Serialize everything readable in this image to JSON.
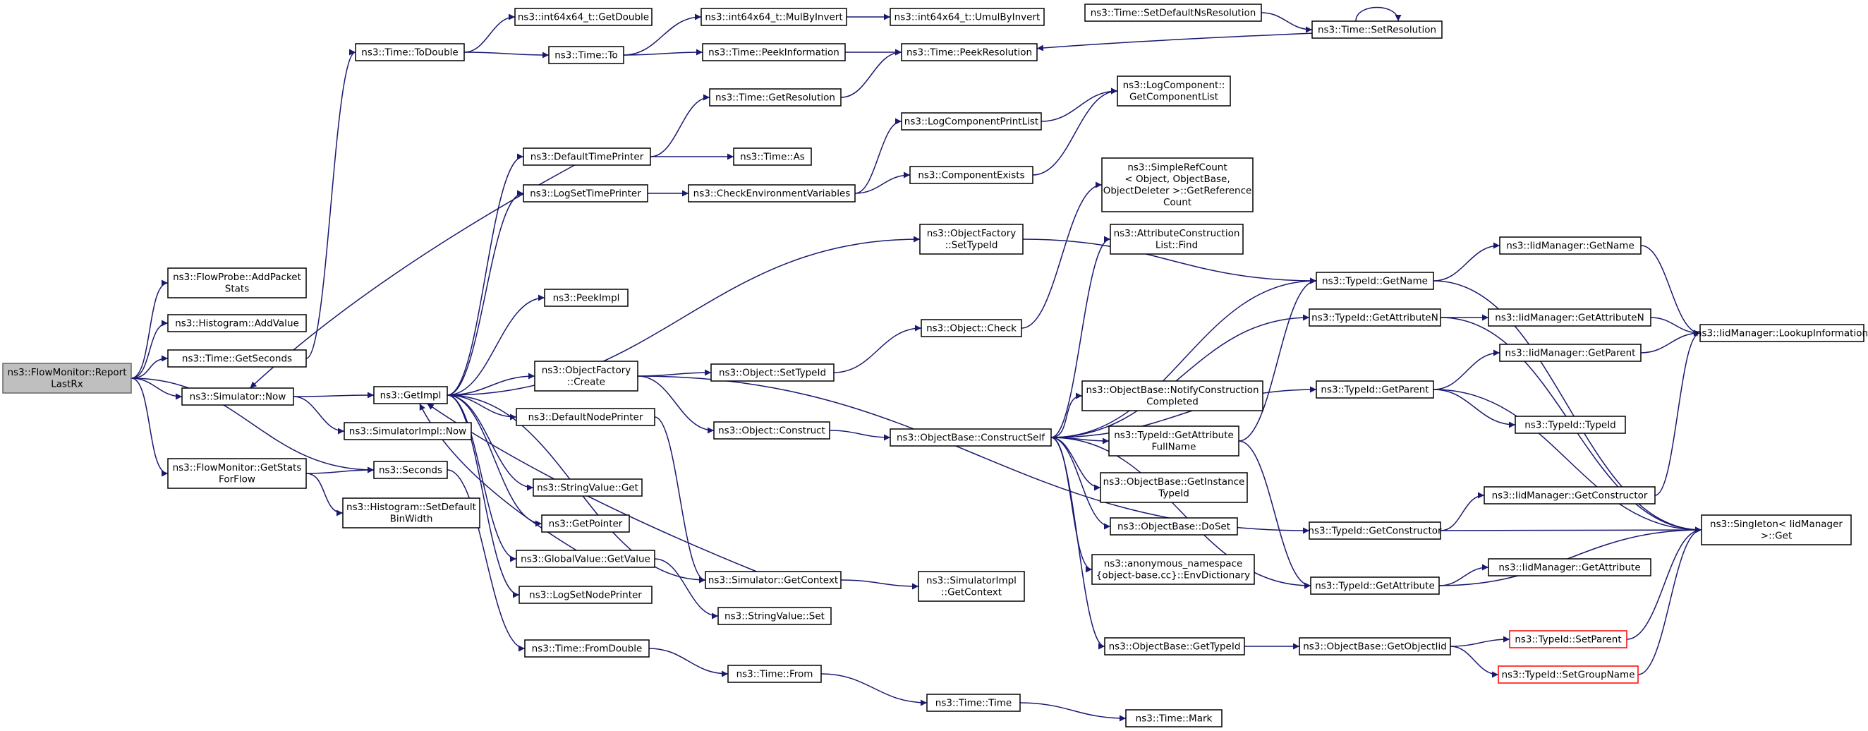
{
  "graph": {
    "nodes": [
      {
        "id": "root",
        "lines": [
          "ns3::FlowMonitor::Report",
          "LastRx"
        ],
        "style": "root"
      },
      {
        "id": "fp_add",
        "lines": [
          "ns3::FlowProbe::AddPacket",
          "Stats"
        ]
      },
      {
        "id": "hist_add",
        "lines": [
          "ns3::Histogram::AddValue"
        ]
      },
      {
        "id": "time_getsec",
        "lines": [
          "ns3::Time::GetSeconds"
        ]
      },
      {
        "id": "sim_now",
        "lines": [
          "ns3::Simulator::Now"
        ]
      },
      {
        "id": "fm_getstats",
        "lines": [
          "ns3::FlowMonitor::GetStats",
          "ForFlow"
        ]
      },
      {
        "id": "time_todouble",
        "lines": [
          "ns3::Time::ToDouble"
        ]
      },
      {
        "id": "getimpl",
        "lines": [
          "ns3::GetImpl"
        ]
      },
      {
        "id": "simimpl_now",
        "lines": [
          "ns3::SimulatorImpl::Now"
        ]
      },
      {
        "id": "seconds",
        "lines": [
          "ns3::Seconds"
        ]
      },
      {
        "id": "hist_setbin",
        "lines": [
          "ns3::Histogram::SetDefault",
          "BinWidth"
        ]
      },
      {
        "id": "int_getdouble",
        "lines": [
          "ns3::int64x64_t::GetDouble"
        ]
      },
      {
        "id": "time_to",
        "lines": [
          "ns3::Time::To"
        ]
      },
      {
        "id": "dtp",
        "lines": [
          "ns3::DefaultTimePrinter"
        ]
      },
      {
        "id": "lstp",
        "lines": [
          "ns3::LogSetTimePrinter"
        ]
      },
      {
        "id": "peekimpl",
        "lines": [
          "ns3::PeekImpl"
        ]
      },
      {
        "id": "of_create",
        "lines": [
          "ns3::ObjectFactory",
          "::Create"
        ]
      },
      {
        "id": "dnp",
        "lines": [
          "ns3::DefaultNodePrinter"
        ]
      },
      {
        "id": "sv_get",
        "lines": [
          "ns3::StringValue::Get"
        ]
      },
      {
        "id": "getpointer",
        "lines": [
          "ns3::GetPointer"
        ]
      },
      {
        "id": "gv_getvalue",
        "lines": [
          "ns3::GlobalValue::GetValue"
        ]
      },
      {
        "id": "lsnp",
        "lines": [
          "ns3::LogSetNodePrinter"
        ]
      },
      {
        "id": "time_fromdouble",
        "lines": [
          "ns3::Time::FromDouble"
        ]
      },
      {
        "id": "int_mulbyinv",
        "lines": [
          "ns3::int64x64_t::MulByInvert"
        ]
      },
      {
        "id": "time_peekinfo",
        "lines": [
          "ns3::Time::PeekInformation"
        ]
      },
      {
        "id": "time_getres",
        "lines": [
          "ns3::Time::GetResolution"
        ]
      },
      {
        "id": "time_as",
        "lines": [
          "ns3::Time::As"
        ]
      },
      {
        "id": "checkenv",
        "lines": [
          "ns3::CheckEnvironmentVariables"
        ]
      },
      {
        "id": "obj_settypeid",
        "lines": [
          "ns3::Object::SetTypeId"
        ]
      },
      {
        "id": "obj_construct",
        "lines": [
          "ns3::Object::Construct"
        ]
      },
      {
        "id": "sim_getctx",
        "lines": [
          "ns3::Simulator::GetContext"
        ]
      },
      {
        "id": "sv_set",
        "lines": [
          "ns3::StringValue::Set"
        ]
      },
      {
        "id": "time_from",
        "lines": [
          "ns3::Time::From"
        ]
      },
      {
        "id": "int_umulbyinv",
        "lines": [
          "ns3::int64x64_t::UmulByInvert"
        ]
      },
      {
        "id": "time_peekres",
        "lines": [
          "ns3::Time::PeekResolution"
        ]
      },
      {
        "id": "lcpl",
        "lines": [
          "ns3::LogComponentPrintList"
        ]
      },
      {
        "id": "compexists",
        "lines": [
          "ns3::ComponentExists"
        ]
      },
      {
        "id": "of_settypeid",
        "lines": [
          "ns3::ObjectFactory",
          "::SetTypeId"
        ]
      },
      {
        "id": "obj_check",
        "lines": [
          "ns3::Object::Check"
        ]
      },
      {
        "id": "ob_constructself",
        "lines": [
          "ns3::ObjectBase::ConstructSelf"
        ]
      },
      {
        "id": "simimpl_getctx",
        "lines": [
          "ns3::SimulatorImpl",
          "::GetContext"
        ]
      },
      {
        "id": "time_time",
        "lines": [
          "ns3::Time::Time"
        ]
      },
      {
        "id": "time_setdefres",
        "lines": [
          "ns3::Time::SetDefaultNsResolution"
        ]
      },
      {
        "id": "lc_getlist",
        "lines": [
          "ns3::LogComponent::",
          "GetComponentList"
        ]
      },
      {
        "id": "srefcount",
        "lines": [
          "ns3::SimpleRefCount",
          "< Object, ObjectBase,",
          "ObjectDeleter >::GetReference",
          "Count"
        ]
      },
      {
        "id": "attr_find",
        "lines": [
          "ns3::AttributeConstruction",
          "List::Find"
        ]
      },
      {
        "id": "ob_notify",
        "lines": [
          "ns3::ObjectBase::NotifyConstruction",
          "Completed"
        ]
      },
      {
        "id": "tid_getattrfull",
        "lines": [
          "ns3::TypeId::GetAttribute",
          "FullName"
        ]
      },
      {
        "id": "ob_getinst",
        "lines": [
          "ns3::ObjectBase::GetInstance",
          "TypeId"
        ]
      },
      {
        "id": "ob_doset",
        "lines": [
          "ns3::ObjectBase::DoSet"
        ]
      },
      {
        "id": "anon_envdict",
        "lines": [
          "ns3::anonymous_namespace",
          "{object-base.cc}::EnvDictionary"
        ]
      },
      {
        "id": "ob_gettypeid",
        "lines": [
          "ns3::ObjectBase::GetTypeId"
        ]
      },
      {
        "id": "time_mark",
        "lines": [
          "ns3::Time::Mark"
        ]
      },
      {
        "id": "time_setres",
        "lines": [
          "ns3::Time::SetResolution"
        ]
      },
      {
        "id": "tid_getname",
        "lines": [
          "ns3::TypeId::GetName"
        ]
      },
      {
        "id": "tid_getattrn",
        "lines": [
          "ns3::TypeId::GetAttributeN"
        ]
      },
      {
        "id": "tid_getparent",
        "lines": [
          "ns3::TypeId::GetParent"
        ]
      },
      {
        "id": "tid_getctor",
        "lines": [
          "ns3::TypeId::GetConstructor"
        ]
      },
      {
        "id": "tid_getattr",
        "lines": [
          "ns3::TypeId::GetAttribute"
        ]
      },
      {
        "id": "ob_getobjectiid",
        "lines": [
          "ns3::ObjectBase::GetObjectIid"
        ]
      },
      {
        "id": "iid_getname",
        "lines": [
          "ns3::IidManager::GetName"
        ]
      },
      {
        "id": "iid_getattrn",
        "lines": [
          "ns3::IidManager::GetAttributeN"
        ]
      },
      {
        "id": "iid_getparent",
        "lines": [
          "ns3::IidManager::GetParent"
        ]
      },
      {
        "id": "tid_typeid",
        "lines": [
          "ns3::TypeId::TypeId"
        ]
      },
      {
        "id": "iid_getctor",
        "lines": [
          "ns3::IidManager::GetConstructor"
        ]
      },
      {
        "id": "iid_getattr",
        "lines": [
          "ns3::IidManager::GetAttribute"
        ]
      },
      {
        "id": "tid_setparent",
        "lines": [
          "ns3::TypeId::SetParent"
        ],
        "style": "red"
      },
      {
        "id": "tid_setgroup",
        "lines": [
          "ns3::TypeId::SetGroupName"
        ],
        "style": "red"
      },
      {
        "id": "iid_lookup",
        "lines": [
          "ns3::IidManager::LookupInformation"
        ]
      },
      {
        "id": "singleton_get",
        "lines": [
          "ns3::Singleton< IidManager",
          ">::Get"
        ]
      }
    ],
    "edges": [
      [
        "root",
        "fp_add"
      ],
      [
        "root",
        "hist_add"
      ],
      [
        "root",
        "time_getsec"
      ],
      [
        "root",
        "sim_now"
      ],
      [
        "root",
        "fm_getstats"
      ],
      [
        "root",
        "seconds"
      ],
      [
        "time_getsec",
        "time_todouble"
      ],
      [
        "sim_now",
        "getimpl"
      ],
      [
        "sim_now",
        "simimpl_now"
      ],
      [
        "fm_getstats",
        "seconds"
      ],
      [
        "fm_getstats",
        "hist_setbin"
      ],
      [
        "time_todouble",
        "int_getdouble"
      ],
      [
        "time_todouble",
        "time_to"
      ],
      [
        "getimpl",
        "dtp"
      ],
      [
        "getimpl",
        "lstp"
      ],
      [
        "getimpl",
        "peekimpl"
      ],
      [
        "getimpl",
        "of_settypeid"
      ],
      [
        "getimpl",
        "of_create"
      ],
      [
        "getimpl",
        "dnp"
      ],
      [
        "getimpl",
        "sv_get"
      ],
      [
        "getimpl",
        "getpointer"
      ],
      [
        "getimpl",
        "gv_getvalue"
      ],
      [
        "getimpl",
        "lsnp"
      ],
      [
        "getimpl",
        "sim_getctx"
      ],
      [
        "seconds",
        "time_fromdouble"
      ],
      [
        "time_to",
        "int_mulbyinv"
      ],
      [
        "time_to",
        "time_peekinfo"
      ],
      [
        "dtp",
        "sim_now"
      ],
      [
        "dtp",
        "time_getres"
      ],
      [
        "dtp",
        "time_as"
      ],
      [
        "lstp",
        "checkenv"
      ],
      [
        "of_create",
        "obj_settypeid"
      ],
      [
        "of_create",
        "obj_construct"
      ],
      [
        "of_create",
        "tid_getctor"
      ],
      [
        "dnp",
        "sim_getctx"
      ],
      [
        "gv_getvalue",
        "getimpl"
      ],
      [
        "gv_getvalue",
        "sv_set"
      ],
      [
        "time_fromdouble",
        "time_from"
      ],
      [
        "int_mulbyinv",
        "int_umulbyinv"
      ],
      [
        "time_peekinfo",
        "time_peekres"
      ],
      [
        "time_getres",
        "time_peekres"
      ],
      [
        "checkenv",
        "lcpl"
      ],
      [
        "checkenv",
        "compexists"
      ],
      [
        "obj_settypeid",
        "obj_check"
      ],
      [
        "obj_construct",
        "ob_constructself"
      ],
      [
        "sim_getctx",
        "getimpl"
      ],
      [
        "sim_getctx",
        "simimpl_getctx"
      ],
      [
        "time_from",
        "time_time"
      ],
      [
        "lcpl",
        "lc_getlist"
      ],
      [
        "compexists",
        "lc_getlist"
      ],
      [
        "of_settypeid",
        "tid_getname"
      ],
      [
        "obj_check",
        "srefcount"
      ],
      [
        "ob_constructself",
        "attr_find"
      ],
      [
        "ob_constructself",
        "tid_getname"
      ],
      [
        "ob_constructself",
        "tid_getattrn"
      ],
      [
        "ob_constructself",
        "tid_getparent"
      ],
      [
        "ob_constructself",
        "ob_notify"
      ],
      [
        "ob_constructself",
        "tid_getattrfull"
      ],
      [
        "ob_constructself",
        "ob_getinst"
      ],
      [
        "ob_constructself",
        "ob_doset"
      ],
      [
        "ob_constructself",
        "anon_envdict"
      ],
      [
        "ob_constructself",
        "ob_gettypeid"
      ],
      [
        "ob_constructself",
        "tid_getattr"
      ],
      [
        "time_time",
        "time_mark"
      ],
      [
        "time_setdefres",
        "time_setres"
      ],
      [
        "time_setres",
        "time_setres"
      ],
      [
        "time_setres",
        "time_peekres"
      ],
      [
        "tid_getattrfull",
        "tid_getname"
      ],
      [
        "tid_getattrfull",
        "tid_getattr"
      ],
      [
        "ob_gettypeid",
        "ob_getobjectiid"
      ],
      [
        "tid_getname",
        "iid_getname"
      ],
      [
        "tid_getname",
        "singleton_get"
      ],
      [
        "tid_getattrn",
        "iid_getattrn"
      ],
      [
        "tid_getattrn",
        "singleton_get"
      ],
      [
        "tid_getparent",
        "iid_getparent"
      ],
      [
        "tid_getparent",
        "tid_typeid"
      ],
      [
        "tid_getparent",
        "singleton_get"
      ],
      [
        "tid_getctor",
        "iid_getctor"
      ],
      [
        "tid_getctor",
        "singleton_get"
      ],
      [
        "tid_getattr",
        "iid_getattr"
      ],
      [
        "tid_getattr",
        "singleton_get"
      ],
      [
        "ob_getobjectiid",
        "tid_setparent"
      ],
      [
        "ob_getobjectiid",
        "tid_setgroup"
      ],
      [
        "iid_getname",
        "iid_lookup"
      ],
      [
        "iid_getattrn",
        "iid_lookup"
      ],
      [
        "iid_getparent",
        "iid_lookup"
      ],
      [
        "iid_getctor",
        "iid_lookup"
      ],
      [
        "tid_setparent",
        "singleton_get"
      ],
      [
        "tid_setgroup",
        "singleton_get"
      ]
    ]
  }
}
